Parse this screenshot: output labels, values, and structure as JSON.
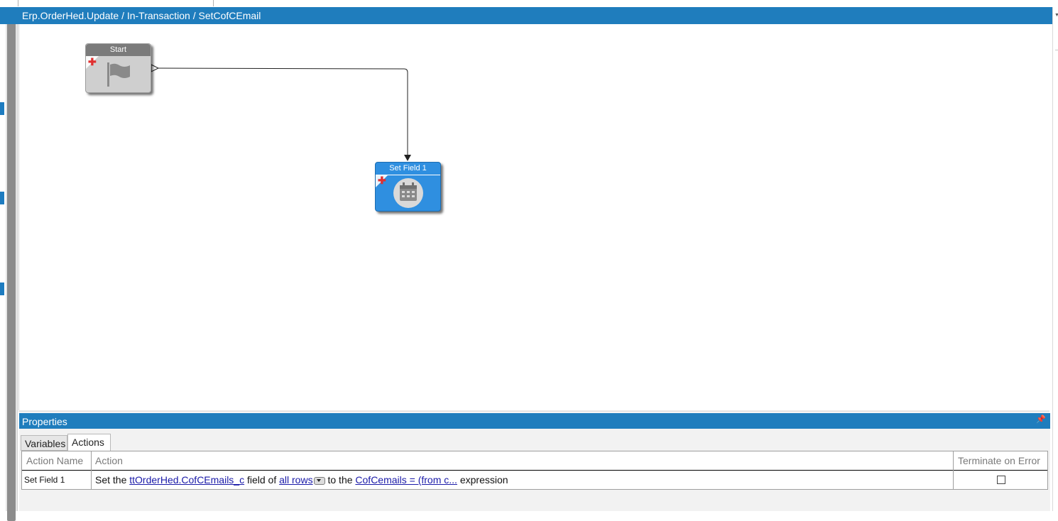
{
  "breadcrumb": "Erp.OrderHed.Update / In-Transaction / SetCofCEmail",
  "workflow": {
    "start_node": {
      "label": "Start",
      "icon": "flag-icon"
    },
    "setfield_node": {
      "label": "Set Field 1",
      "icon": "calendar-icon"
    }
  },
  "properties": {
    "title": "Properties",
    "tabs": [
      {
        "label": "Variables",
        "active": false
      },
      {
        "label": "Actions",
        "active": true
      }
    ],
    "columns": [
      "Action Name",
      "Action",
      "Terminate on Error"
    ],
    "rows": [
      {
        "action_name": "Set Field 1",
        "action": {
          "prefix": "Set the",
          "field_link": "ttOrderHed.CofCEmails_c",
          "middle": "field of",
          "rows_link": "all rows",
          "to_text": "to the",
          "expr_link": "CofCemails = (from c...",
          "suffix": "expression"
        },
        "terminate_on_error": false
      }
    ]
  },
  "colors": {
    "accent": "#1f7dbd",
    "node_blue": "#2f8fe0",
    "node_gray": "#cfcfcf"
  }
}
